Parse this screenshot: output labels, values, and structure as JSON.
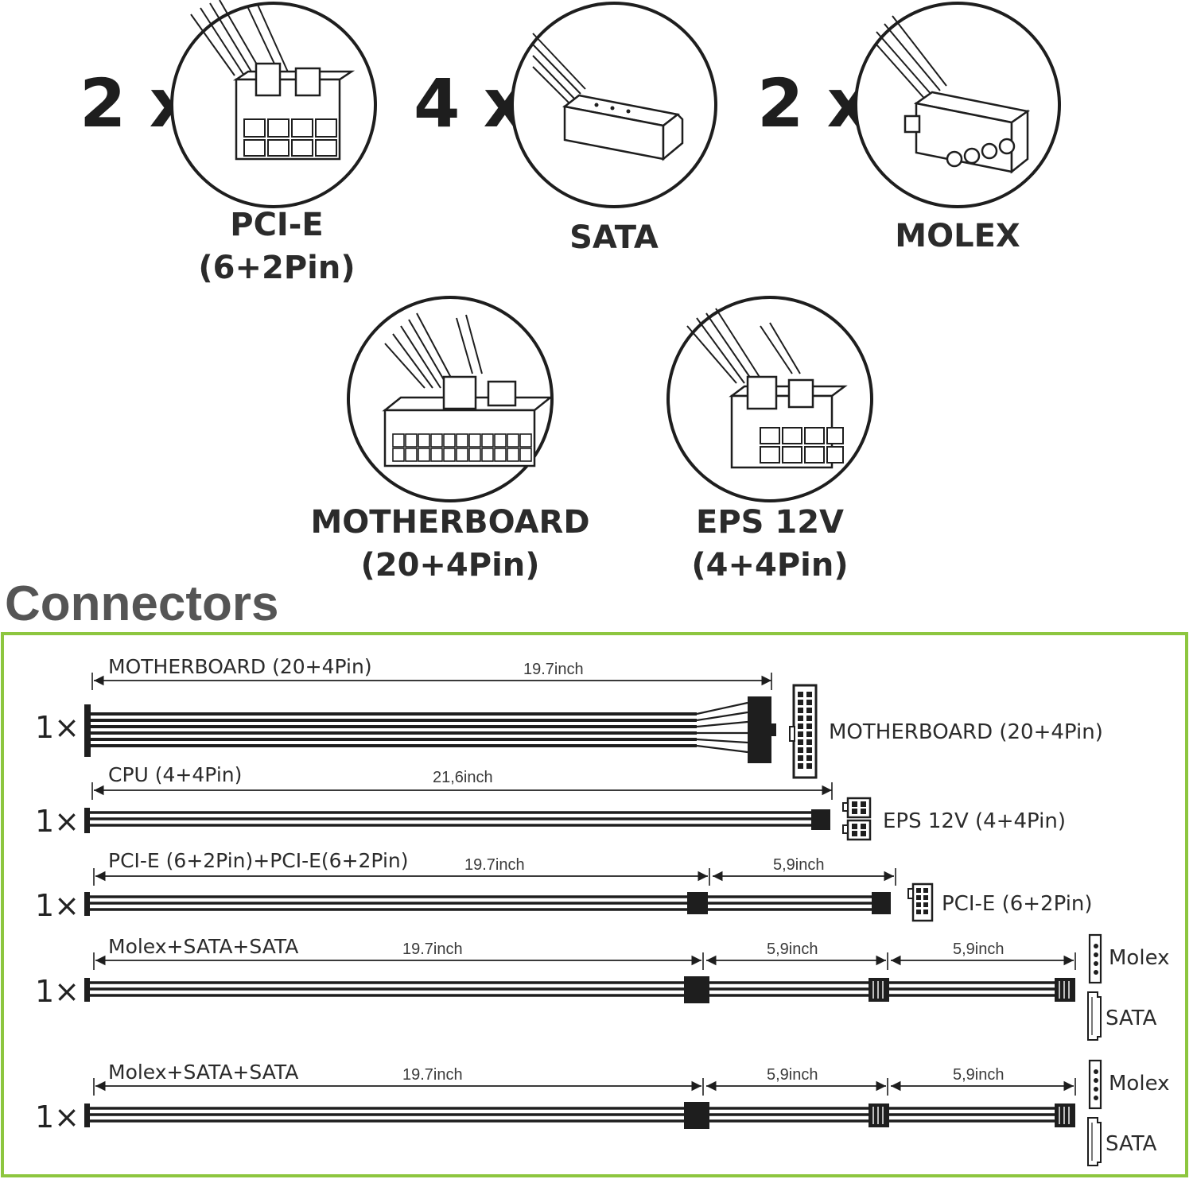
{
  "top_connectors": [
    {
      "count": "2 x",
      "label_line1": "PCI-E",
      "label_line2": "(6+2Pin)",
      "icon": "pcie-connector-icon"
    },
    {
      "count": "4 x",
      "label_line1": "SATA",
      "label_line2": "",
      "icon": "sata-connector-icon"
    },
    {
      "count": "2 x",
      "label_line1": "MOLEX",
      "label_line2": "",
      "icon": "molex-connector-icon"
    },
    {
      "count": "",
      "label_line1": "MOTHERBOARD",
      "label_line2": "(20+4Pin)",
      "icon": "motherboard-connector-icon"
    },
    {
      "count": "",
      "label_line1": "EPS 12V",
      "label_line2": "(4+4Pin)",
      "icon": "eps-connector-icon"
    }
  ],
  "section_title": "Connectors",
  "colors": {
    "panel_border": "#8dc63f",
    "title_gray": "#555555",
    "ink": "#1e1e1e"
  },
  "cables": [
    {
      "qty": "1×",
      "name": "MOTHERBOARD (20+4Pin)",
      "lengths": [
        "19.7inch"
      ],
      "end_labels": [
        "MOTHERBOARD (20+4Pin)"
      ]
    },
    {
      "qty": "1×",
      "name": "CPU (4+4Pin)",
      "lengths": [
        "21,6inch"
      ],
      "end_labels": [
        "EPS 12V (4+4Pin)"
      ]
    },
    {
      "qty": "1×",
      "name": "PCI-E (6+2Pin)+PCI-E(6+2Pin)",
      "lengths": [
        "19.7inch",
        "5,9inch"
      ],
      "end_labels": [
        "PCI-E (6+2Pin)"
      ]
    },
    {
      "qty": "1×",
      "name": "Molex+SATA+SATA",
      "lengths": [
        "19.7inch",
        "5,9inch",
        "5,9inch"
      ],
      "end_labels": [
        "Molex",
        "SATA"
      ]
    },
    {
      "qty": "1×",
      "name": "Molex+SATA+SATA",
      "lengths": [
        "19.7inch",
        "5,9inch",
        "5,9inch"
      ],
      "end_labels": [
        "Molex",
        "SATA"
      ]
    }
  ]
}
